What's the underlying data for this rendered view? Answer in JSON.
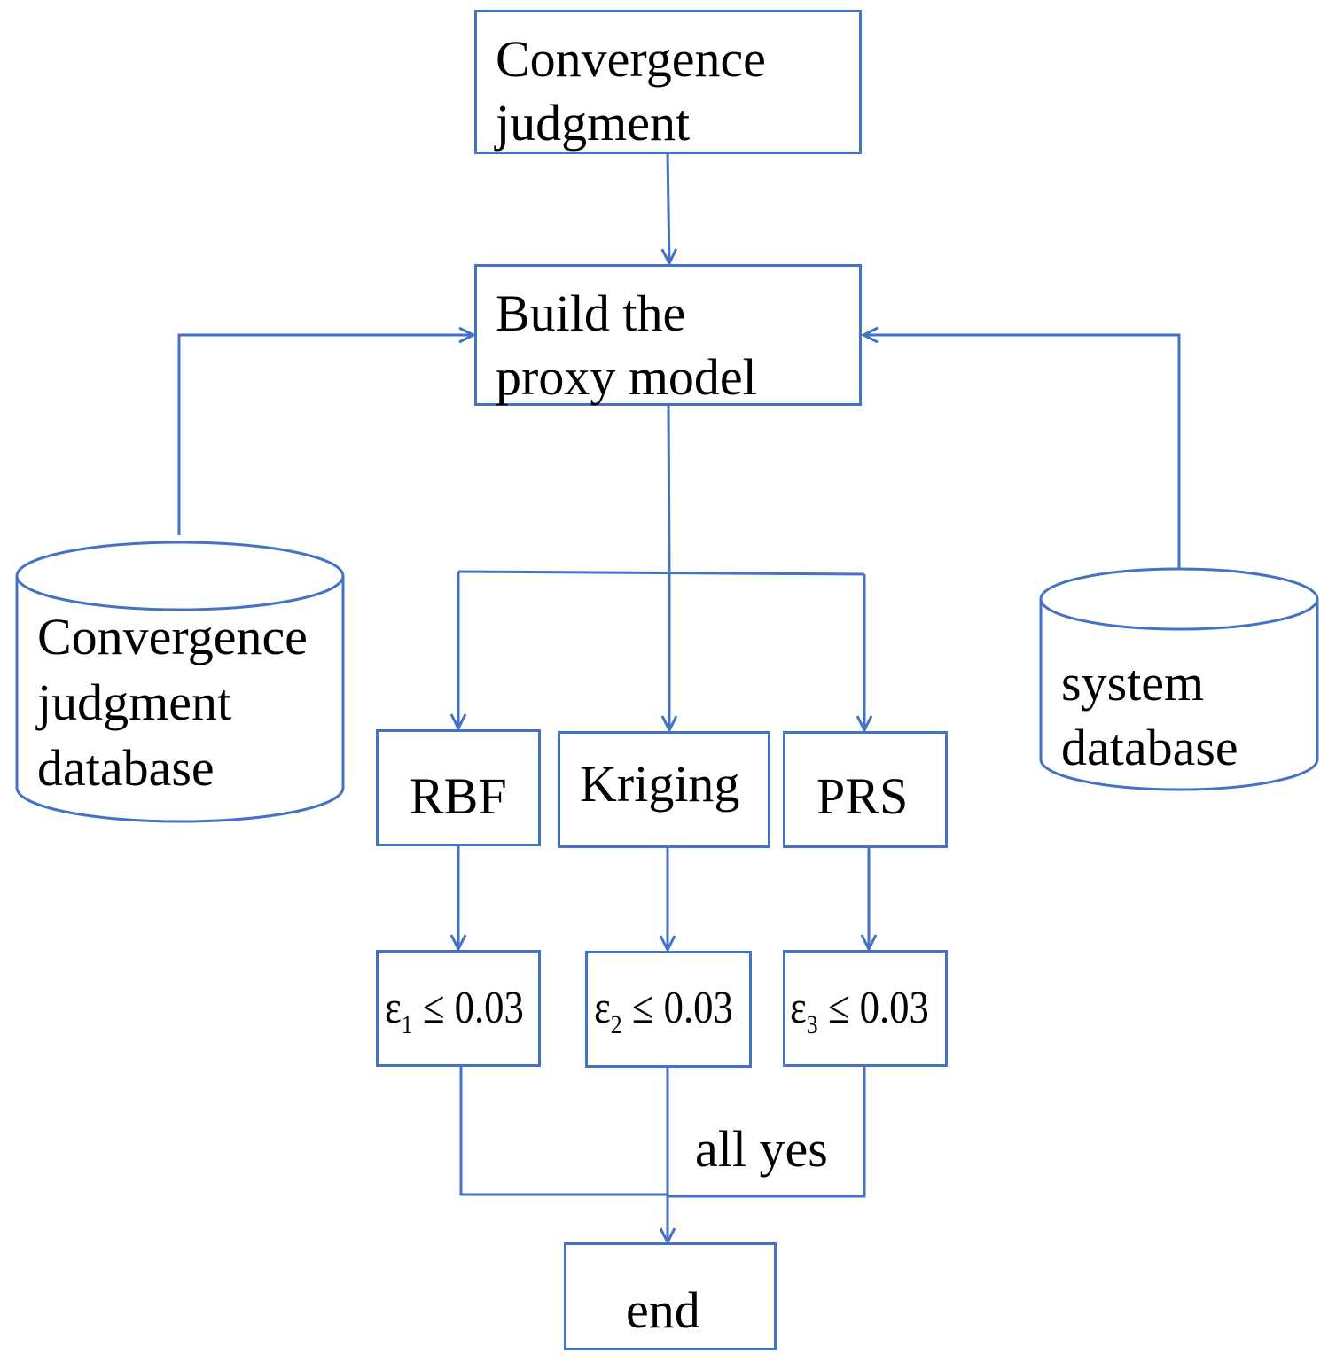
{
  "colors": {
    "line": "#4472C4",
    "text": "#000000",
    "background": "#ffffff"
  },
  "nodes": {
    "top": [
      "Convergence",
      "judgment"
    ],
    "build": [
      "Build the",
      "proxy model"
    ],
    "left_db": [
      "Convergence",
      "judgment",
      "database"
    ],
    "right_db": [
      "system",
      "database"
    ],
    "rbf": "RBF",
    "kriging": "Kriging",
    "prs": "PRS",
    "cond1": {
      "symbol": "ε",
      "index": "1",
      "relation": "≤ 0.03"
    },
    "cond2": {
      "symbol": "ε",
      "index": "2",
      "relation": "≤ 0.03"
    },
    "cond3": {
      "symbol": "ε",
      "index": "3",
      "relation": "≤ 0.03"
    },
    "end": "end"
  },
  "edge_labels": {
    "all_yes": "all yes"
  }
}
